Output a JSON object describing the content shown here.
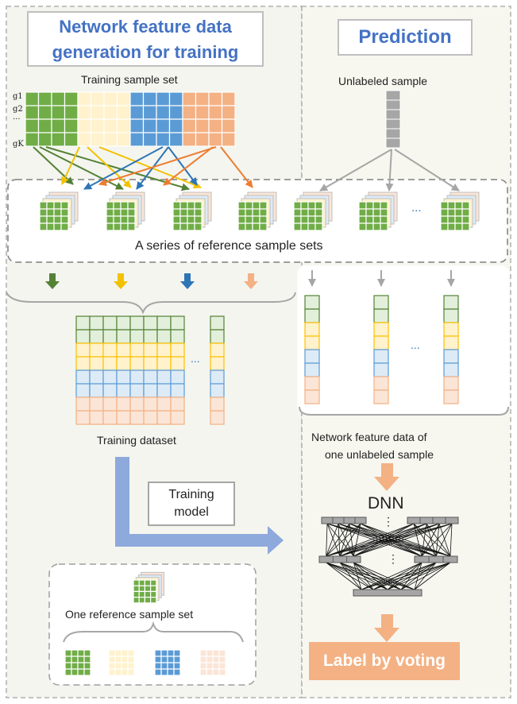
{
  "left_header": {
    "line1": "Network feature data",
    "line2": "generation for training"
  },
  "right_header": {
    "label": "Prediction"
  },
  "training_sample_set": {
    "label": "Training sample set",
    "gene_labels": [
      "g1",
      "g2",
      "...",
      "gK"
    ]
  },
  "unlabeled_sample": {
    "label": "Unlabeled sample"
  },
  "reference_sets": {
    "caption": "A series of reference sample sets",
    "ellipsis": "..."
  },
  "training_dataset": {
    "label": "Training dataset",
    "ellipsis": "..."
  },
  "network_feature": {
    "line1": "Network feature  data of",
    "line2": "one unlabeled sample",
    "ellipsis": "..."
  },
  "training_model": {
    "line1": "Training",
    "line2": "model"
  },
  "dnn": {
    "label": "DNN",
    "dots": "⋮"
  },
  "one_reference": {
    "label": "One reference sample set"
  },
  "result": {
    "label": "Label by voting"
  },
  "colors": {
    "green": "#70ad47",
    "green_light": "#e2efda",
    "yellow": "#ffc000",
    "yellow_light": "#fff2cc",
    "blue": "#5b9bd5",
    "blue_light": "#ddebf7",
    "orange": "#f4b183",
    "orange_light": "#fbe5d6",
    "result_fill": "#f4b183",
    "header_text": "#4472c4",
    "train_arrow": "#8ea9db",
    "gray": "#a6a6a6"
  }
}
